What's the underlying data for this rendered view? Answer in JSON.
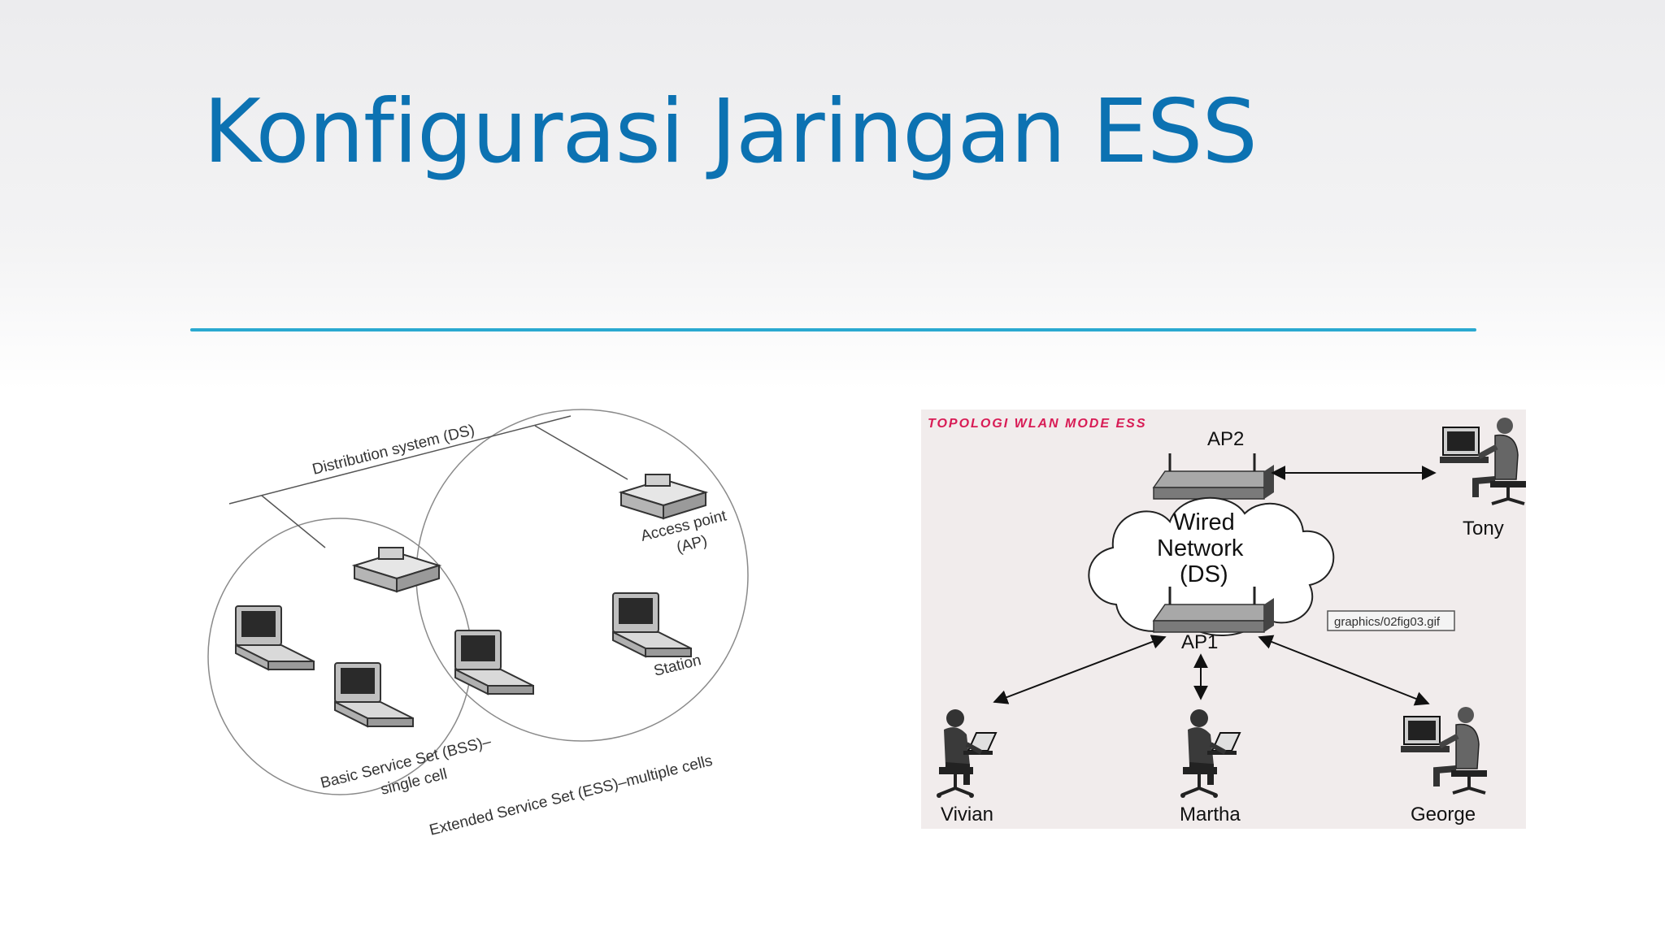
{
  "slide": {
    "title": "Konfigurasi Jaringan ESS"
  },
  "left_diagram": {
    "distribution_system": "Distribution system (DS)",
    "access_point": [
      "Access point",
      "(AP)"
    ],
    "station": "Station",
    "bss": [
      "Basic Service Set (BSS)–",
      "single cell"
    ],
    "ess": "Extended Service Set (ESS)–multiple cells"
  },
  "right_diagram": {
    "heading": "TOPOLOGI  WLAN  MODE  ESS",
    "ap2": "AP2",
    "ap1": "AP1",
    "cloud": [
      "Wired",
      "Network",
      "(DS)"
    ],
    "file_tag": "graphics/02fig03.gif",
    "users": {
      "tony": "Tony",
      "vivian": "Vivian",
      "martha": "Martha",
      "george": "George"
    }
  },
  "colors": {
    "title": "#0c72b2",
    "rule": "#2aa9d0",
    "heading": "#d81b55"
  },
  "icons": [
    "laptop-icon",
    "access-point-icon",
    "router-icon",
    "desktop-user-icon",
    "laptop-user-icon",
    "cloud-icon"
  ]
}
